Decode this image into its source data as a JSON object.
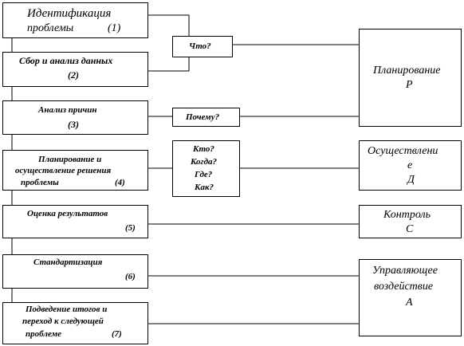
{
  "steps": [
    {
      "text": "Идентификация",
      "line2": "проблемы",
      "num": "(1)"
    },
    {
      "text": "Сбор и анализ данных",
      "num": "(2)"
    },
    {
      "text": "Анализ причин",
      "num": "(3)"
    },
    {
      "text": "Планирование и",
      "line2": "осуществление решения",
      "line3": "проблемы",
      "num": "(4)"
    },
    {
      "text": "Оценка результатов",
      "num": "(5)"
    },
    {
      "text": "Стандартизация",
      "num": "(6)"
    },
    {
      "text": "Подведение итогов и",
      "line2": "переход к следующей",
      "line3": "проблеме",
      "num": "(7)"
    }
  ],
  "questions": {
    "what": "Что?",
    "why": "Почему?",
    "who": "Кто?",
    "when": "Когда?",
    "where": "Где?",
    "how": "Как?"
  },
  "phases": {
    "plan": {
      "name": "Планирование",
      "letter": "P"
    },
    "do": {
      "name": "Осуществлени",
      "name2": "е",
      "letter": "Д"
    },
    "check": {
      "name": "Контроль",
      "letter": "C"
    },
    "act": {
      "name": "Управляющее",
      "name2": "воздействие",
      "letter": "A"
    }
  }
}
